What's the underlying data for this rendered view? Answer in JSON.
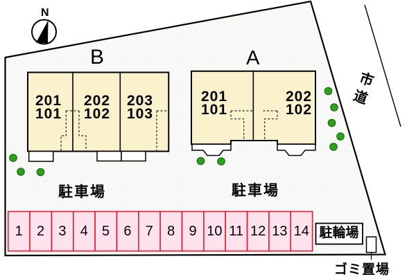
{
  "compass": {
    "north_label": "N"
  },
  "road": {
    "label": "市道"
  },
  "buildings": [
    {
      "name": "B",
      "units": [
        {
          "upper": "201",
          "lower": "101"
        },
        {
          "upper": "202",
          "lower": "102"
        },
        {
          "upper": "203",
          "lower": "103"
        }
      ]
    },
    {
      "name": "A",
      "units": [
        {
          "upper": "201",
          "lower": "101"
        },
        {
          "upper": "202",
          "lower": "102"
        }
      ]
    }
  ],
  "parking": {
    "area_labels": [
      "駐車場",
      "駐車場"
    ],
    "space_numbers": [
      "1",
      "2",
      "3",
      "4",
      "5",
      "6",
      "7",
      "8",
      "9",
      "10",
      "11",
      "12",
      "13",
      "14"
    ]
  },
  "bicycle_parking": {
    "label": "駐輪場"
  },
  "garbage": {
    "label": "ゴミ置場"
  },
  "colors": {
    "building_fill": "#f9f2cd",
    "parking_space_fill": "#ffe2ed",
    "parking_space_border": "#e8192c",
    "tree_green": "#2da01e",
    "outline": "#000000",
    "site_grid": "#e7e7e7"
  }
}
